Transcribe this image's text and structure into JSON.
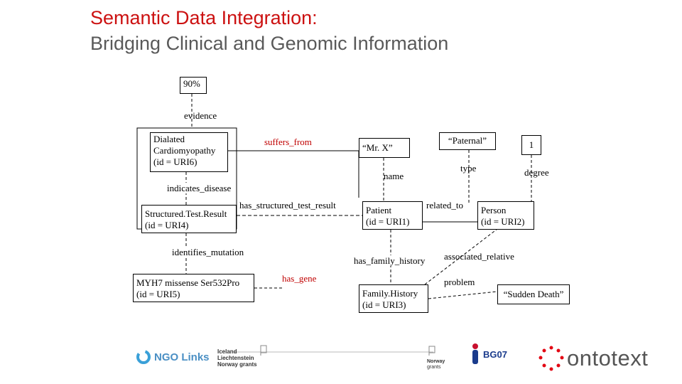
{
  "slide": {
    "title_line1": "Semantic Data Integration:",
    "title_line2": "Bridging Clinical and Genomic Information"
  },
  "nodes": {
    "confidence": "90%",
    "cardiomyopathy": "Dialated\nCardiomyopathy\n(id = URI6)",
    "mr_x": "“Mr. X”",
    "paternal": "“Paternal”",
    "one": "1",
    "test_result": "Structured.Test.Result\n(id = URI4)",
    "patient": "Patient\n(id = URI1)",
    "person": "Person\n(id = URI2)",
    "mutation": "MYH7 missense Ser532Pro\n(id = URI5)",
    "family_history": "Family.History\n(id = URI3)",
    "sudden_death": "“Sudden Death”"
  },
  "edges": {
    "evidence": "evidence",
    "suffers_from": "suffers_from",
    "name": "name",
    "type": "type",
    "degree": "degree",
    "indicates_disease": "indicates_disease",
    "has_structured_test_result": "has_structured_test_result",
    "related_to": "related_to",
    "identifies_mutation": "identifies_mutation",
    "has_family_history": "has_family_history",
    "associated_relative": "associated_relative",
    "has_gene": "has_gene",
    "problem": "problem"
  },
  "logos": {
    "ngo": "NGO Links",
    "eea_line1": "Iceland",
    "eea_line2": "Liechtenstein",
    "eea_line3": "Norway grants",
    "norway_line1": "Norway",
    "norway_line2": "grants",
    "bg07": "BG07",
    "ontotext": "ontotext"
  },
  "colors": {
    "title_red": "#cc1111",
    "title_gray": "#595959",
    "label_red": "#c00000",
    "onto_gray": "#555555",
    "onto_red": "#e30613"
  }
}
